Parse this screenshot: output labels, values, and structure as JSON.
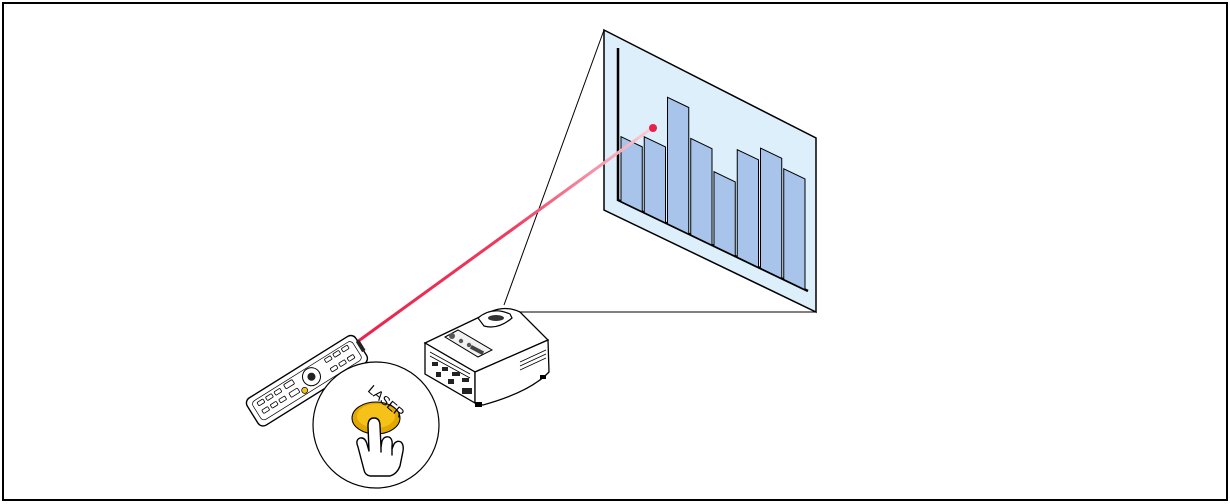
{
  "diagram": {
    "button_label": "LASER",
    "colors": {
      "border": "#000000",
      "screen_bg": "#ddeffb",
      "bar_fill": "#a9c4ea",
      "laser_beam": "#e8204a",
      "laser_dot": "#e8204a",
      "button_outer": "#e0a800",
      "button_inner": "#f6c21a"
    },
    "screen_chart": {
      "type": "bar",
      "values": [
        41,
        48,
        80,
        61,
        47,
        68,
        76,
        70
      ]
    },
    "icons": [
      "projector-icon",
      "remote-control-icon",
      "hand-pointer-icon"
    ]
  }
}
